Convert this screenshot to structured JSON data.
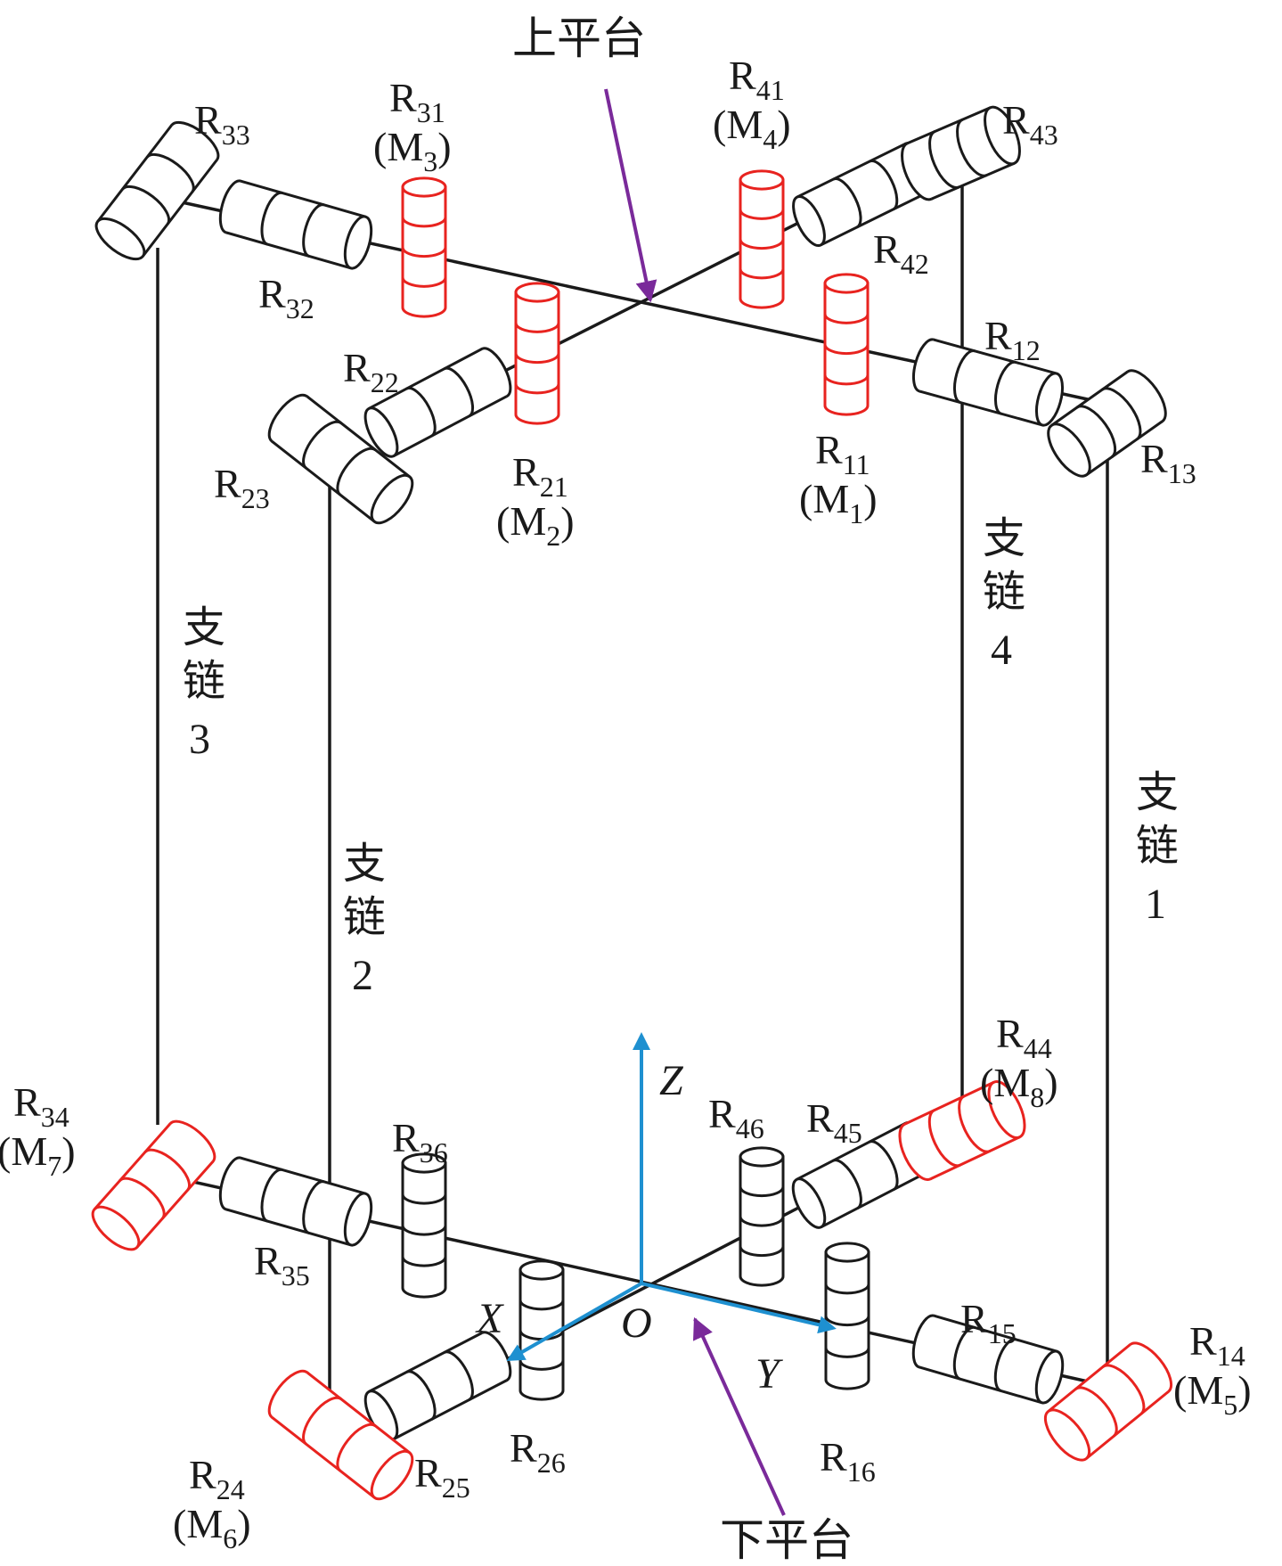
{
  "titles": {
    "upper_platform": "上平台",
    "lower_platform": "下平台"
  },
  "axes": {
    "x": "X",
    "y": "Y",
    "z": "Z",
    "origin": "O"
  },
  "chains": [
    {
      "id": "chain-1",
      "line1": "支",
      "line2": "链",
      "num": "1"
    },
    {
      "id": "chain-2",
      "line1": "支",
      "line2": "链",
      "num": "2"
    },
    {
      "id": "chain-3",
      "line1": "支",
      "line2": "链",
      "num": "3"
    },
    {
      "id": "chain-4",
      "line1": "支",
      "line2": "链",
      "num": "4"
    }
  ],
  "joints": [
    {
      "id": "R11",
      "sub": "11",
      "motor": "1"
    },
    {
      "id": "R12",
      "sub": "12"
    },
    {
      "id": "R13",
      "sub": "13"
    },
    {
      "id": "R14",
      "sub": "14",
      "motor": "5"
    },
    {
      "id": "R15",
      "sub": "15"
    },
    {
      "id": "R16",
      "sub": "16"
    },
    {
      "id": "R21",
      "sub": "21",
      "motor": "2"
    },
    {
      "id": "R22",
      "sub": "22"
    },
    {
      "id": "R23",
      "sub": "23"
    },
    {
      "id": "R24",
      "sub": "24",
      "motor": "6"
    },
    {
      "id": "R25",
      "sub": "25"
    },
    {
      "id": "R26",
      "sub": "26"
    },
    {
      "id": "R31",
      "sub": "31",
      "motor": "3"
    },
    {
      "id": "R32",
      "sub": "32"
    },
    {
      "id": "R33",
      "sub": "33"
    },
    {
      "id": "R34",
      "sub": "34",
      "motor": "7"
    },
    {
      "id": "R35",
      "sub": "35"
    },
    {
      "id": "R36",
      "sub": "36"
    },
    {
      "id": "R41",
      "sub": "41",
      "motor": "4"
    },
    {
      "id": "R42",
      "sub": "42"
    },
    {
      "id": "R43",
      "sub": "43"
    },
    {
      "id": "R44",
      "sub": "44",
      "motor": "8"
    },
    {
      "id": "R45",
      "sub": "45"
    },
    {
      "id": "R46",
      "sub": "46"
    }
  ],
  "colors": {
    "active_joint": "#e8231f",
    "passive_joint": "#1a1a1a",
    "axis": "#1e90d0",
    "arrow": "#7a2a9a"
  }
}
